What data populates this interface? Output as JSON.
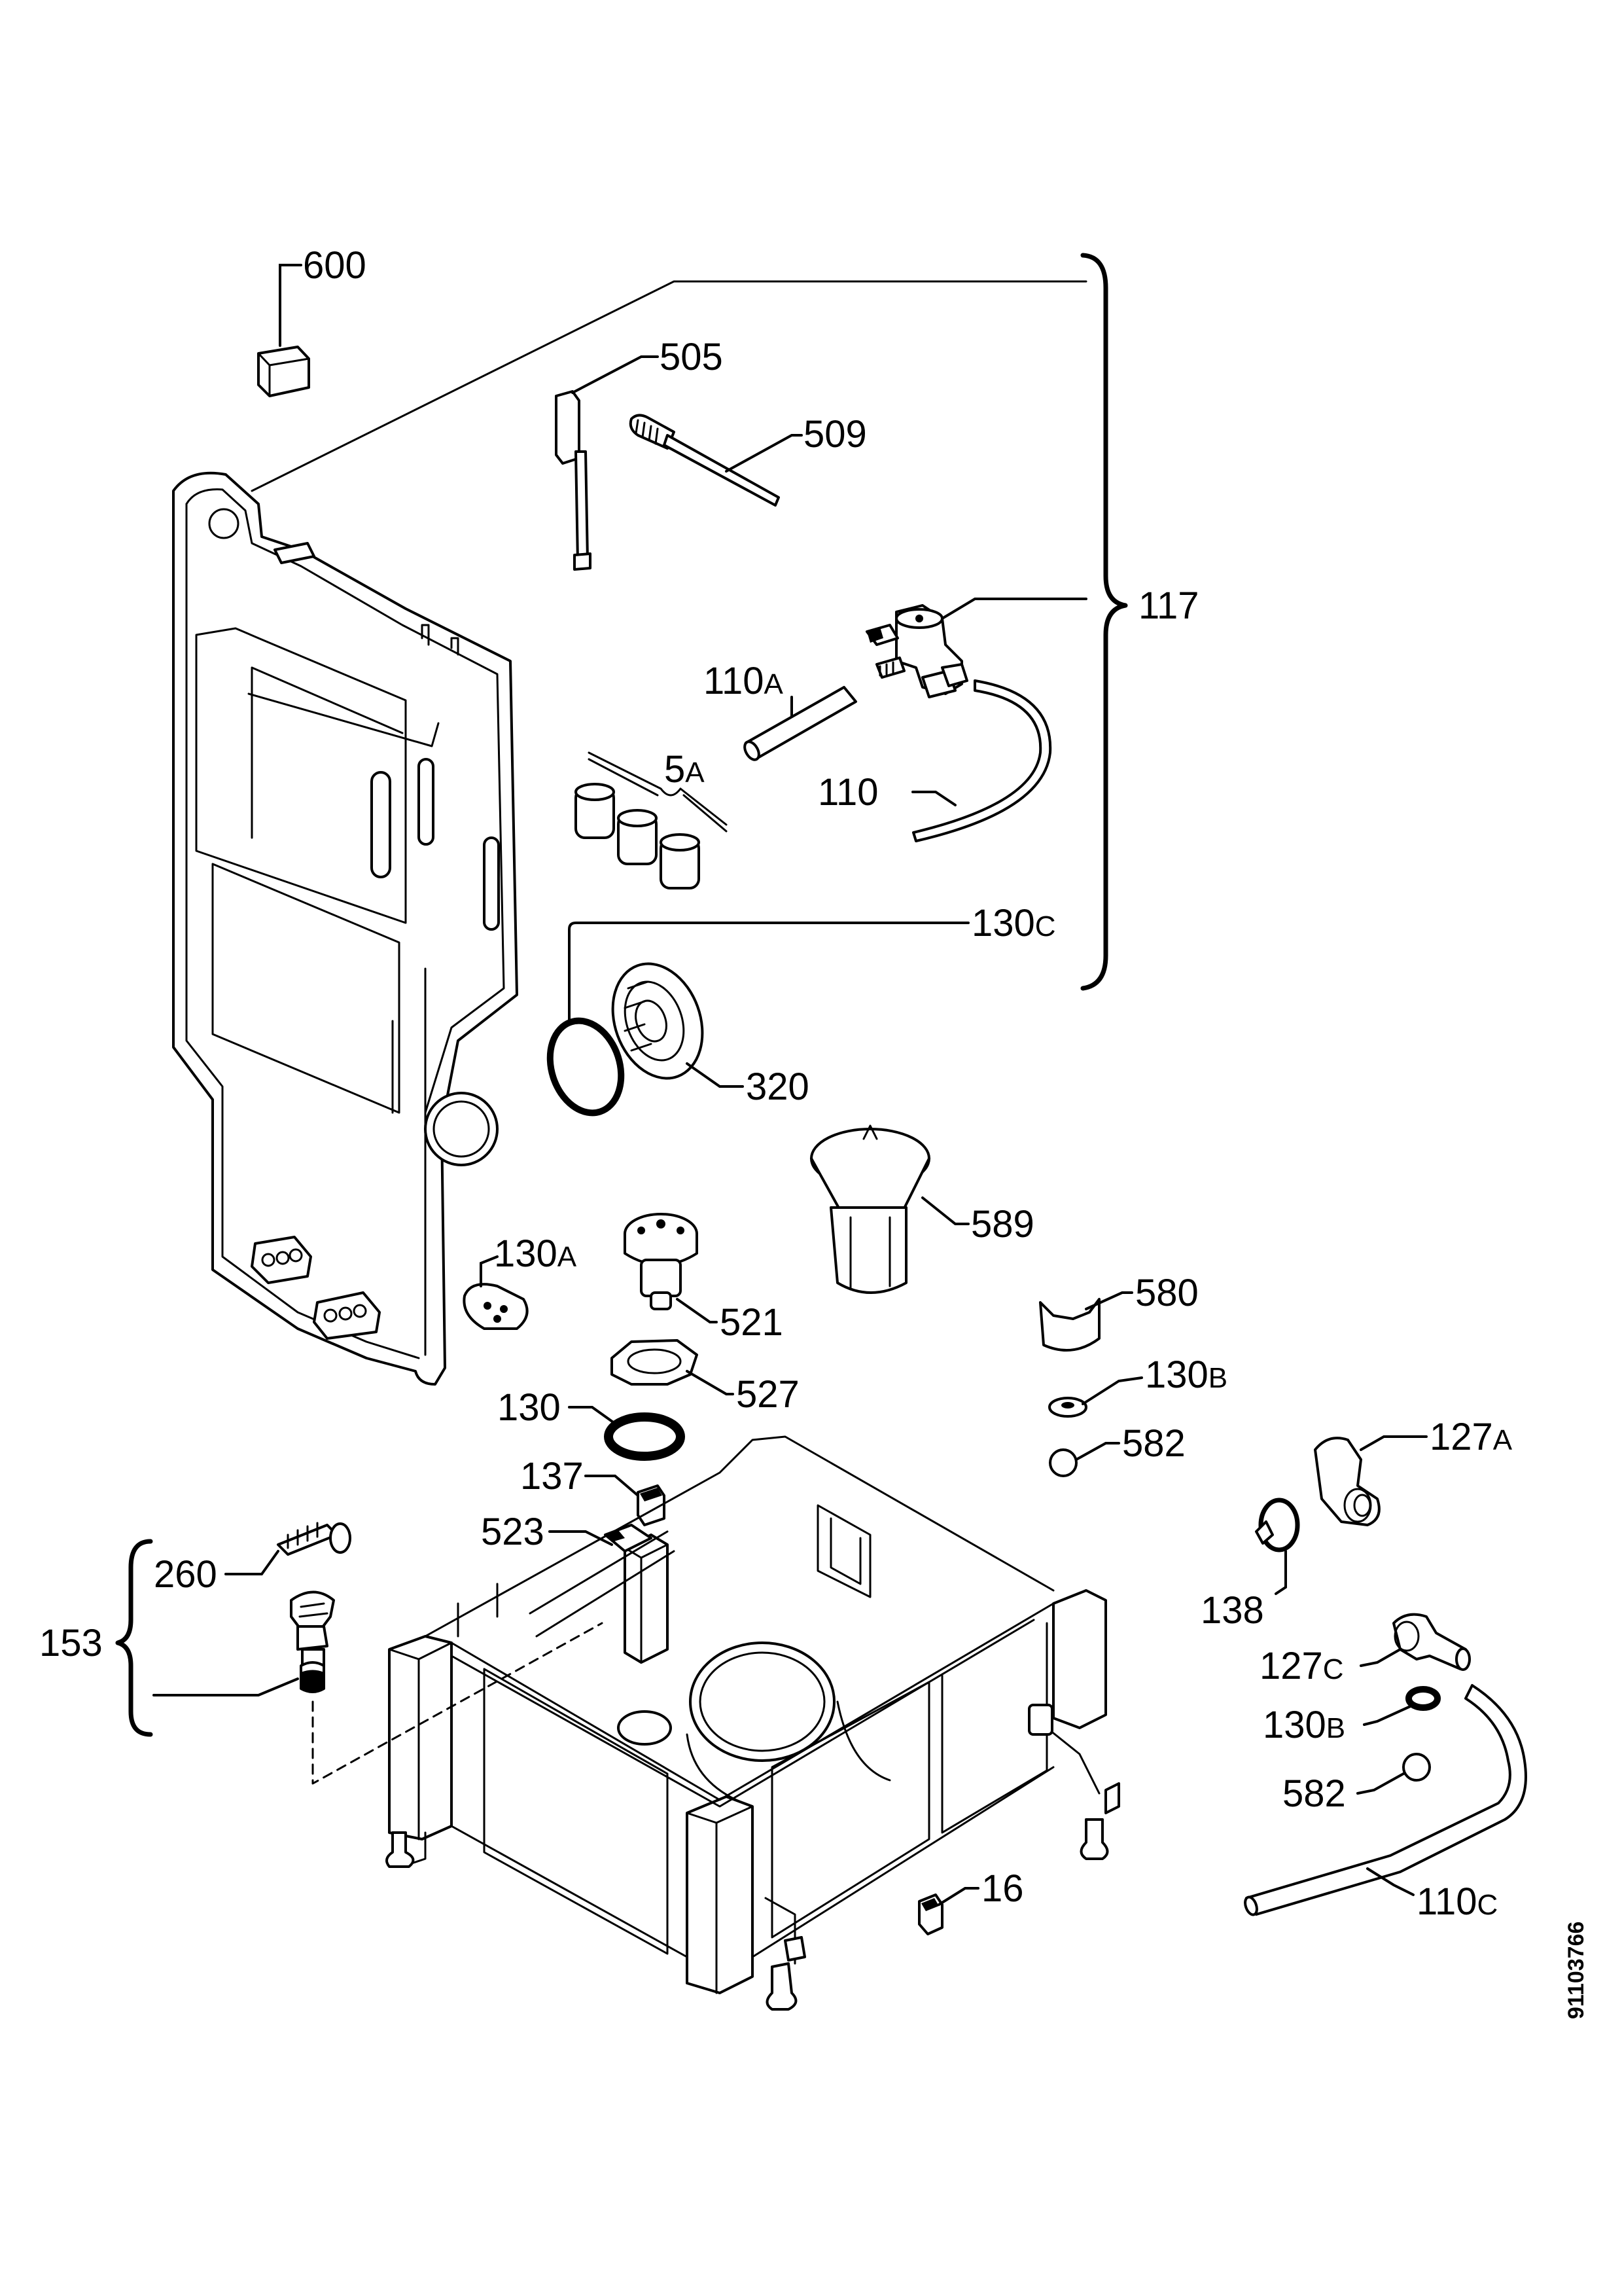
{
  "diagram": {
    "document_number": "91103766",
    "labels": {
      "p600": {
        "num": "600",
        "suffix": ""
      },
      "p505": {
        "num": "505",
        "suffix": ""
      },
      "p509": {
        "num": "509",
        "suffix": ""
      },
      "p117": {
        "num": "117",
        "suffix": ""
      },
      "p110a": {
        "num": "110",
        "suffix": "A"
      },
      "p5a": {
        "num": "5",
        "suffix": "A"
      },
      "p110": {
        "num": "110",
        "suffix": ""
      },
      "p130c": {
        "num": "130",
        "suffix": "C"
      },
      "p320": {
        "num": "320",
        "suffix": ""
      },
      "p589": {
        "num": "589",
        "suffix": ""
      },
      "p130a": {
        "num": "130",
        "suffix": "A"
      },
      "p521": {
        "num": "521",
        "suffix": ""
      },
      "p580": {
        "num": "580",
        "suffix": ""
      },
      "p527": {
        "num": "527",
        "suffix": ""
      },
      "p130b_top": {
        "num": "130",
        "suffix": "B"
      },
      "p130": {
        "num": "130",
        "suffix": ""
      },
      "p582_top": {
        "num": "582",
        "suffix": ""
      },
      "p127a": {
        "num": "127",
        "suffix": "A"
      },
      "p137": {
        "num": "137",
        "suffix": ""
      },
      "p523": {
        "num": "523",
        "suffix": ""
      },
      "p260": {
        "num": "260",
        "suffix": ""
      },
      "p153": {
        "num": "153",
        "suffix": ""
      },
      "p138": {
        "num": "138",
        "suffix": ""
      },
      "p127c": {
        "num": "127",
        "suffix": "C"
      },
      "p130b_bottom": {
        "num": "130",
        "suffix": "B"
      },
      "p582_bottom": {
        "num": "582",
        "suffix": ""
      },
      "p16": {
        "num": "16",
        "suffix": ""
      },
      "p110c": {
        "num": "110",
        "suffix": "C"
      }
    }
  }
}
